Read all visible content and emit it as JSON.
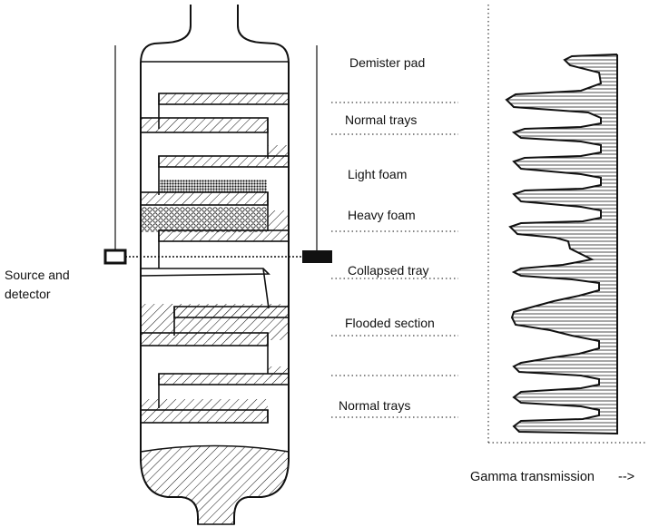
{
  "colors": {
    "ink": "#111111",
    "background": "#ffffff"
  },
  "labels": {
    "demister": "Demister pad",
    "normal_top": "Normal trays",
    "light_foam": "Light foam",
    "heavy_foam": "Heavy foam",
    "collapsed": "Collapsed tray",
    "flooded": "Flooded section",
    "normal_bottom": "Normal trays",
    "source_1": "Source and",
    "source_2": "detector",
    "gamma": "Gamma transmission",
    "gamma_arrow": "-->"
  }
}
